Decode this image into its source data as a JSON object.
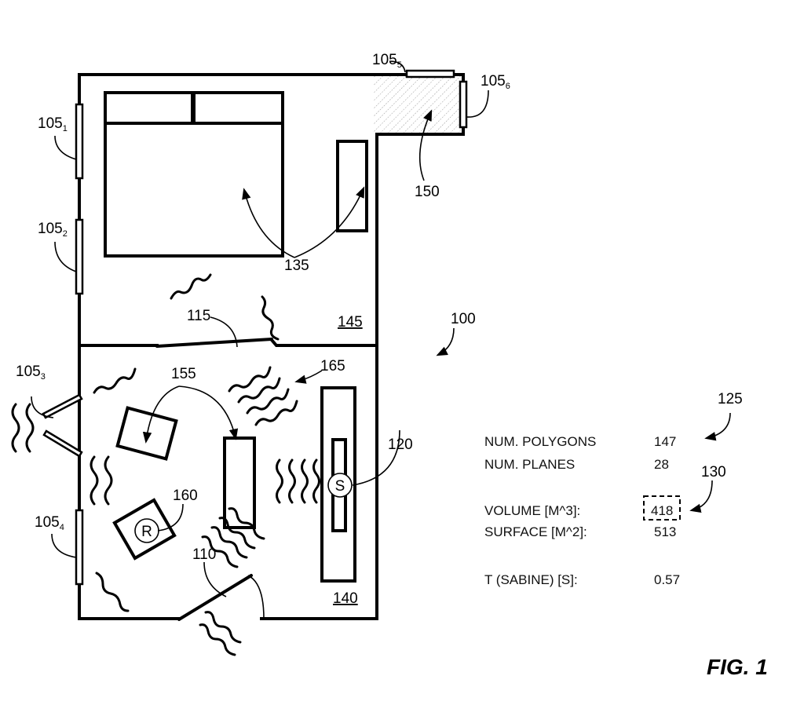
{
  "figure": {
    "caption": "FIG. 1",
    "system_ref": "100"
  },
  "labels": {
    "window_1": {
      "base": "105",
      "sub": "1"
    },
    "window_2": {
      "base": "105",
      "sub": "2"
    },
    "window_3": {
      "base": "105",
      "sub": "3"
    },
    "window_4": {
      "base": "105",
      "sub": "4"
    },
    "window_5": {
      "base": "105",
      "sub": "5"
    },
    "window_6": {
      "base": "105",
      "sub": "6"
    },
    "door_110": "110",
    "door_115": "115",
    "speaker_120": "120",
    "stats_125": "125",
    "volume_130": "130",
    "furniture_135": "135",
    "room_140": "140",
    "room_145": "145",
    "region_150": "150",
    "objects_155": "155",
    "receiver_160": "160",
    "soundwaves_165": "165",
    "speaker_symbol": "S",
    "receiver_symbol": "R"
  },
  "stats": {
    "rows": [
      {
        "label": "NUM. POLYGONS",
        "value": "147"
      },
      {
        "label": "NUM. PLANES",
        "value": "28"
      },
      {
        "label": "VOLUME [M^3]:",
        "value": "418",
        "highlighted": true
      },
      {
        "label": "SURFACE [M^2]:",
        "value": "513"
      },
      {
        "label": "T (SABINE) [S]:",
        "value": "0.57"
      }
    ]
  }
}
